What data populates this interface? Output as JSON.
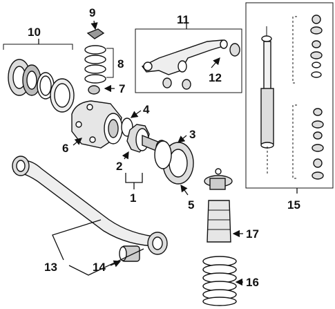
{
  "diagram": {
    "type": "exploded-parts-diagram",
    "callouts": [
      {
        "id": "c1",
        "label": "1"
      },
      {
        "id": "c2",
        "label": "2"
      },
      {
        "id": "c3",
        "label": "3"
      },
      {
        "id": "c4",
        "label": "4"
      },
      {
        "id": "c5",
        "label": "5"
      },
      {
        "id": "c6",
        "label": "6"
      },
      {
        "id": "c7",
        "label": "7"
      },
      {
        "id": "c8",
        "label": "8"
      },
      {
        "id": "c9",
        "label": "9"
      },
      {
        "id": "c10",
        "label": "10"
      },
      {
        "id": "c11",
        "label": "11"
      },
      {
        "id": "c12",
        "label": "12"
      },
      {
        "id": "c13",
        "label": "13"
      },
      {
        "id": "c14",
        "label": "14"
      },
      {
        "id": "c15",
        "label": "15"
      },
      {
        "id": "c16",
        "label": "16"
      },
      {
        "id": "c17",
        "label": "17"
      }
    ]
  }
}
